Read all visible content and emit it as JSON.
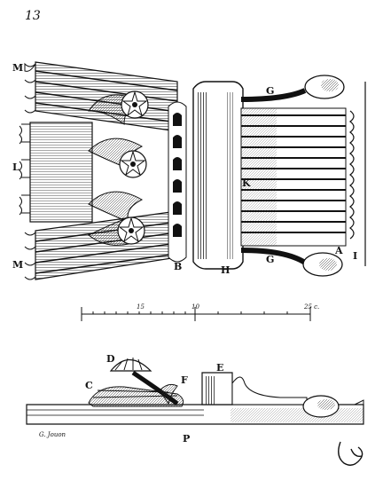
{
  "plate": {
    "page_number": "13",
    "labels": {
      "M_top": "M",
      "L": "L",
      "M_bottom": "M",
      "G_top": "G",
      "G_bottom": "G",
      "K": "K",
      "B": "B",
      "H": "H",
      "A": "A",
      "I": "I",
      "D": "D",
      "C": "C",
      "F": "F",
      "E": "E",
      "P": "P"
    },
    "scale": {
      "tick_1": "15",
      "tick_2": "10",
      "tick_3": "25 c."
    },
    "engraver": "G. Jouon",
    "monogram": "ꟺ"
  }
}
